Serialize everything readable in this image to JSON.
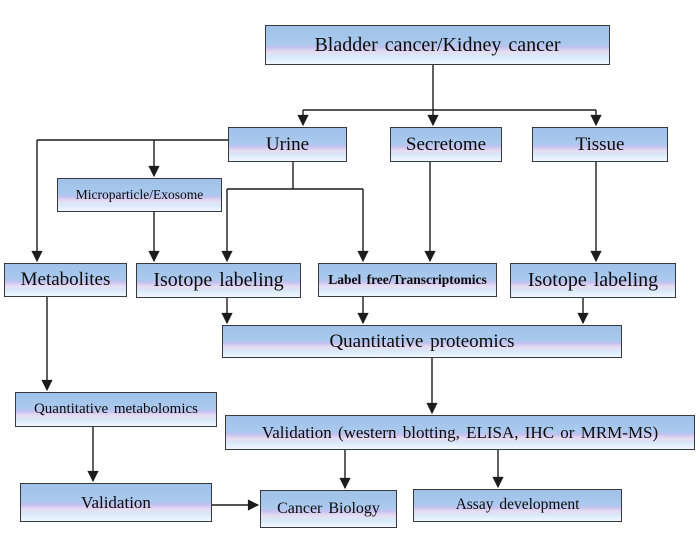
{
  "diagram": {
    "type": "flowchart",
    "background_color": "#ffffff",
    "node_style": {
      "border_color": "#38383f",
      "text_color": "#0b0b0b",
      "fill_gradient": [
        "#a0c2e8",
        "#c3c1ee",
        "#e8def3",
        "#d7e8f9",
        "#f0f7fe"
      ],
      "line_color": "#1c1c1c"
    },
    "nodes": {
      "bladder": "Bladder cancer/Kidney cancer",
      "urine": "Urine",
      "secretome": "Secretome",
      "tissue": "Tissue",
      "microparticle": "Microparticle/Exosome",
      "metabolites": "Metabolites",
      "isotope_left": "Isotope labeling",
      "label_free": "Label free/Transcriptomics",
      "isotope_right": "Isotope labeling",
      "quant_proteomics": "Quantitative proteomics",
      "quant_metabolomics": "Quantitative metabolomics",
      "validation_methods": "Validation (western blotting, ELISA, IHC or MRM-MS)",
      "validation": "Validation",
      "cancer_biology": "Cancer Biology",
      "assay_development": "Assay development"
    },
    "edges": [
      {
        "from": "bladder",
        "to": "urine"
      },
      {
        "from": "bladder",
        "to": "secretome"
      },
      {
        "from": "bladder",
        "to": "tissue"
      },
      {
        "from": "urine",
        "to": "microparticle"
      },
      {
        "from": "urine",
        "to": "metabolites"
      },
      {
        "from": "urine",
        "to": "isotope_left"
      },
      {
        "from": "urine",
        "to": "label_free"
      },
      {
        "from": "microparticle",
        "to": "isotope_left"
      },
      {
        "from": "secretome",
        "to": "label_free"
      },
      {
        "from": "tissue",
        "to": "isotope_right"
      },
      {
        "from": "isotope_left",
        "to": "quant_proteomics"
      },
      {
        "from": "label_free",
        "to": "quant_proteomics"
      },
      {
        "from": "isotope_right",
        "to": "quant_proteomics"
      },
      {
        "from": "metabolites",
        "to": "quant_metabolomics"
      },
      {
        "from": "quant_proteomics",
        "to": "validation_methods"
      },
      {
        "from": "quant_metabolomics",
        "to": "validation"
      },
      {
        "from": "validation_methods",
        "to": "cancer_biology"
      },
      {
        "from": "validation_methods",
        "to": "assay_development"
      },
      {
        "from": "validation",
        "to": "cancer_biology"
      }
    ]
  }
}
